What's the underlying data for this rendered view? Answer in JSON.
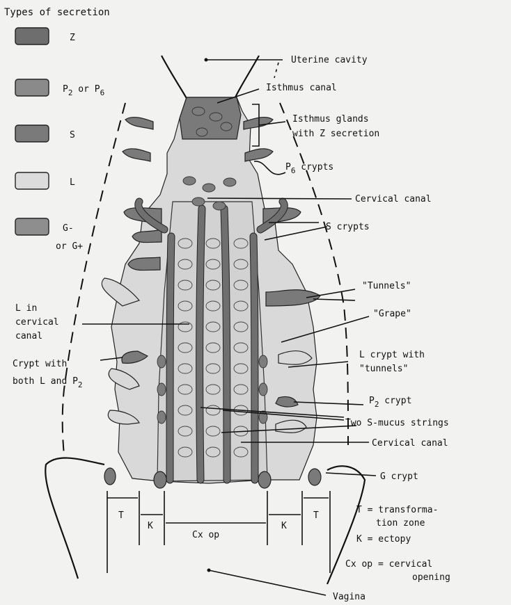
{
  "legend": {
    "title": "Types of secretion",
    "items": [
      {
        "label": "Z",
        "color": "#6e6e6e"
      },
      {
        "label": "P2 or P6",
        "color": "#8a8a8a"
      },
      {
        "label": "S",
        "color": "#7a7a7a"
      },
      {
        "label": "L",
        "color": "#dcdcdc"
      },
      {
        "label_line1": "G-",
        "label_line2": "or G+",
        "color": "#8e8e8e"
      }
    ]
  },
  "labels": {
    "uterine_cavity": "Uterine cavity",
    "isthmus_canal": "Isthmus canal",
    "isthmus_glands_1": "Isthmus glands",
    "isthmus_glands_2": "with Z secretion",
    "p6_crypts": "P6 crypts",
    "cervical_canal_top": "Cervical canal",
    "s_crypts": "S crypts",
    "tunnels": "\"Tunnels\"",
    "grape": "\"Grape\"",
    "l_crypt_1": "L crypt with",
    "l_crypt_2": "\"tunnels\"",
    "p2_crypt": "P2 crypt",
    "two_s_mucus": "Two S-mucus strings",
    "cervical_canal_bottom": "Cervical canal",
    "g_crypt": "G crypt",
    "l_in_canal_1": "L in",
    "l_in_canal_2": "cervical",
    "l_in_canal_3": "canal",
    "crypt_both_1": "Crypt with",
    "crypt_both_2": "both L and P2",
    "vagina": "Vagina"
  },
  "dimensions": {
    "t_left": "T",
    "k_left": "K",
    "cx_op": "Cx op",
    "k_right": "K",
    "t_right": "T"
  },
  "definitions": {
    "t_1": "T = transforma-",
    "t_2": "tion zone",
    "k": "K = ectopy",
    "cx_1": "Cx op  = cervical",
    "cx_2": "opening"
  }
}
